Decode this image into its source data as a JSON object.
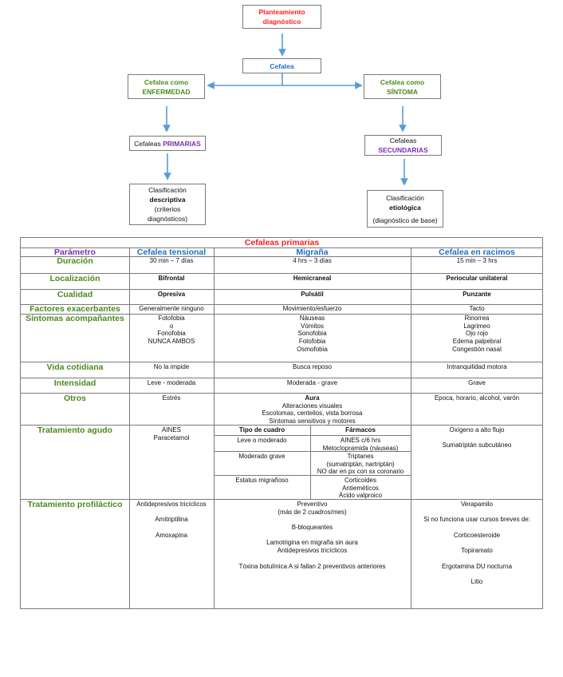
{
  "flowchart": {
    "root": {
      "line1": "Planteamiento",
      "line2": "diagnóstico"
    },
    "cefalea": "Cefalea",
    "enfermedad": {
      "line1": "Cefalea como",
      "line2": "ENFERMEDAD"
    },
    "sintoma": {
      "line1": "Cefalea como",
      "line2": "SÍNTOMA"
    },
    "primarias": {
      "prefix": "Cefaleas",
      "highlight": "PRIMARIAS"
    },
    "secundarias": {
      "prefix": "Cefaleas",
      "highlight": "SECUNDARIAS"
    },
    "descriptiva": {
      "line1": "Clasificación",
      "line2": "descriptiva",
      "line3": "(criterios",
      "line4": "diagnósticos)"
    },
    "etiologica": {
      "line1": "Clasificación",
      "line2": "etiológica",
      "line3": "(diagnóstico de base)"
    },
    "colors": {
      "arrow": "#5b9bd5",
      "red": "#ff1b1b",
      "blue": "#1f6fc4",
      "green": "#4b8a1e",
      "purple": "#7a2fb5"
    }
  },
  "table": {
    "title": "Cefaleas primarias",
    "headers": {
      "param": "Parámetro",
      "tensional": "Cefalea tensional",
      "migrana": "Migraña",
      "racimos": "Cefalea en racimos"
    },
    "rows": {
      "duracion": {
        "label": "Duración",
        "tensional": "30 min – 7 días",
        "migrana": "4 hrs – 3 días",
        "racimos": "15 min – 3 hrs"
      },
      "localizacion": {
        "label": "Localización",
        "tensional": "Bifrontal",
        "migrana": "Hemicraneal",
        "racimos": "Periocular unilateral"
      },
      "cualidad": {
        "label": "Cualidad",
        "tensional": "Opresiva",
        "migrana": "Pulsátil",
        "racimos": "Punzante"
      },
      "factores": {
        "label": "Factores exacerbantes",
        "tensional": "Generalmente ninguno",
        "migrana": "Movimiento/esfuerzo",
        "racimos": "Tacto"
      },
      "sintomas": {
        "label": "Síntomas acompañantes",
        "tensional": [
          "Fotofobia",
          "o",
          "Fonofobia",
          "NUNCA AMBOS"
        ],
        "migrana": [
          "Náuseas",
          "Vómitos",
          "Sonofobia",
          "Fotofobia",
          "Osmofobia"
        ],
        "racimos": [
          "Rinorrea",
          "Lagrimeo",
          "Ojo rojo",
          "Edema palpebral",
          "Congestión nasal"
        ]
      },
      "vida": {
        "label": "Vida cotidiana",
        "tensional": "No la impide",
        "migrana": "Busca reposo",
        "racimos": "Intranquilidad motora"
      },
      "intensidad": {
        "label": "Intensidad",
        "tensional": "Leve - moderada",
        "migrana": "Moderada - grave",
        "racimos": "Grave"
      },
      "otros": {
        "label": "Otros",
        "tensional": "Estrés",
        "migrana": {
          "heading": "Aura",
          "lines": [
            "Alteraciones visuales",
            "Escotomas, centellos, vista borrosa",
            "Síntomas sensitivos y motores"
          ]
        },
        "racimos": "Época, horario, alcohol, varón"
      },
      "agudo": {
        "label": "Tratamiento agudo",
        "tensional": [
          "AINES",
          "Paracetamol"
        ],
        "migrana": {
          "headers": {
            "tipo": "Tipo de cuadro",
            "farmacos": "Fármacos"
          },
          "rows": [
            {
              "tipo": "Leve o moderado",
              "farmacos": [
                "AINES c/6 hrs",
                "Metoclopramida (náuseas)"
              ]
            },
            {
              "tipo": "Moderado grave",
              "farmacos": [
                "Triptanes",
                "(sumatriptán, nartriptán)",
                "NO dar en px con sx coronario"
              ]
            },
            {
              "tipo": "Estatus migrañoso",
              "farmacos": [
                "Corticoides",
                "Antieméticos",
                "Ácido valproico"
              ]
            }
          ]
        },
        "racimos": [
          "Oxígeno a alto flujo",
          "Sumatriptán subcutáneo"
        ]
      },
      "profilactico": {
        "label": "Tratamiento profiláctico",
        "tensional": [
          "Antidepresivos tricíclicos",
          "Amitriptilina",
          "Amoxapina"
        ],
        "migrana": [
          "Preventivo",
          "(más de 2 cuadros/mes)",
          "B-bloqueantes",
          "Lamotrigina en migraña sin aura",
          "Antidepresivos tricíclicos",
          "Tóxina botulínica A si fallan 2 preventivos anteriores"
        ],
        "racimos": [
          "Verapamilo",
          "Si no funciona usar cursos breves de:",
          "Corticoesteroide",
          "Topiramato",
          "Ergotamina DU nocturna",
          "Litio"
        ]
      }
    }
  }
}
